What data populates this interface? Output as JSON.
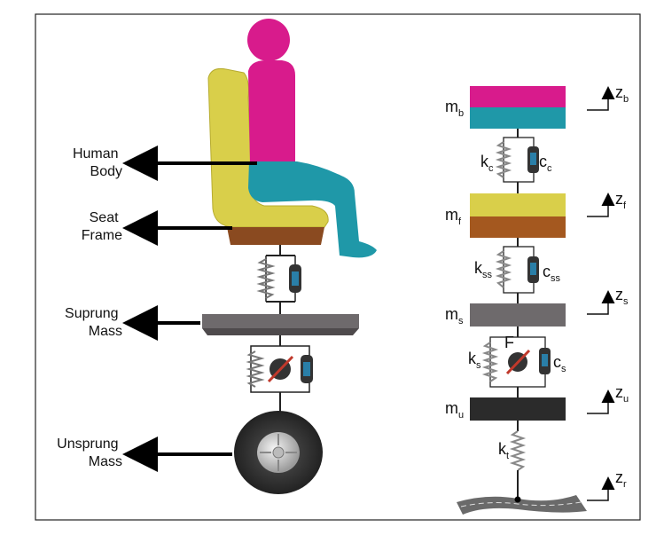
{
  "left_labels": {
    "human_body": [
      "Human",
      "Body"
    ],
    "seat_frame": [
      "Seat",
      "Frame"
    ],
    "suprung_mass": [
      "Suprung",
      "Mass"
    ],
    "unsprung_mass": [
      "Unsprung",
      "Mass"
    ]
  },
  "model": {
    "masses": [
      {
        "base": "m",
        "sub": "b"
      },
      {
        "base": "m",
        "sub": "f"
      },
      {
        "base": "m",
        "sub": "s"
      },
      {
        "base": "m",
        "sub": "u"
      }
    ],
    "springs": [
      {
        "base": "k",
        "sub": "c"
      },
      {
        "base": "k",
        "sub": "ss"
      },
      {
        "base": "k",
        "sub": "s"
      },
      {
        "base": "k",
        "sub": "t"
      }
    ],
    "dampers": [
      {
        "base": "c",
        "sub": "c"
      },
      {
        "base": "c",
        "sub": "ss"
      },
      {
        "base": "c",
        "sub": "s"
      }
    ],
    "actuator": {
      "label": "F"
    },
    "displacements": [
      {
        "base": "z",
        "sub": "b"
      },
      {
        "base": "z",
        "sub": "f"
      },
      {
        "base": "z",
        "sub": "s"
      },
      {
        "base": "z",
        "sub": "u"
      },
      {
        "base": "z",
        "sub": "r"
      }
    ]
  },
  "colors": {
    "magenta": "#d81b8c",
    "cyan": "#1f98a8",
    "yellow": "#d9cf4a",
    "brown": "#8a4a20",
    "gray": "#6e6a6c",
    "black_mass": "#2b2b2b"
  }
}
